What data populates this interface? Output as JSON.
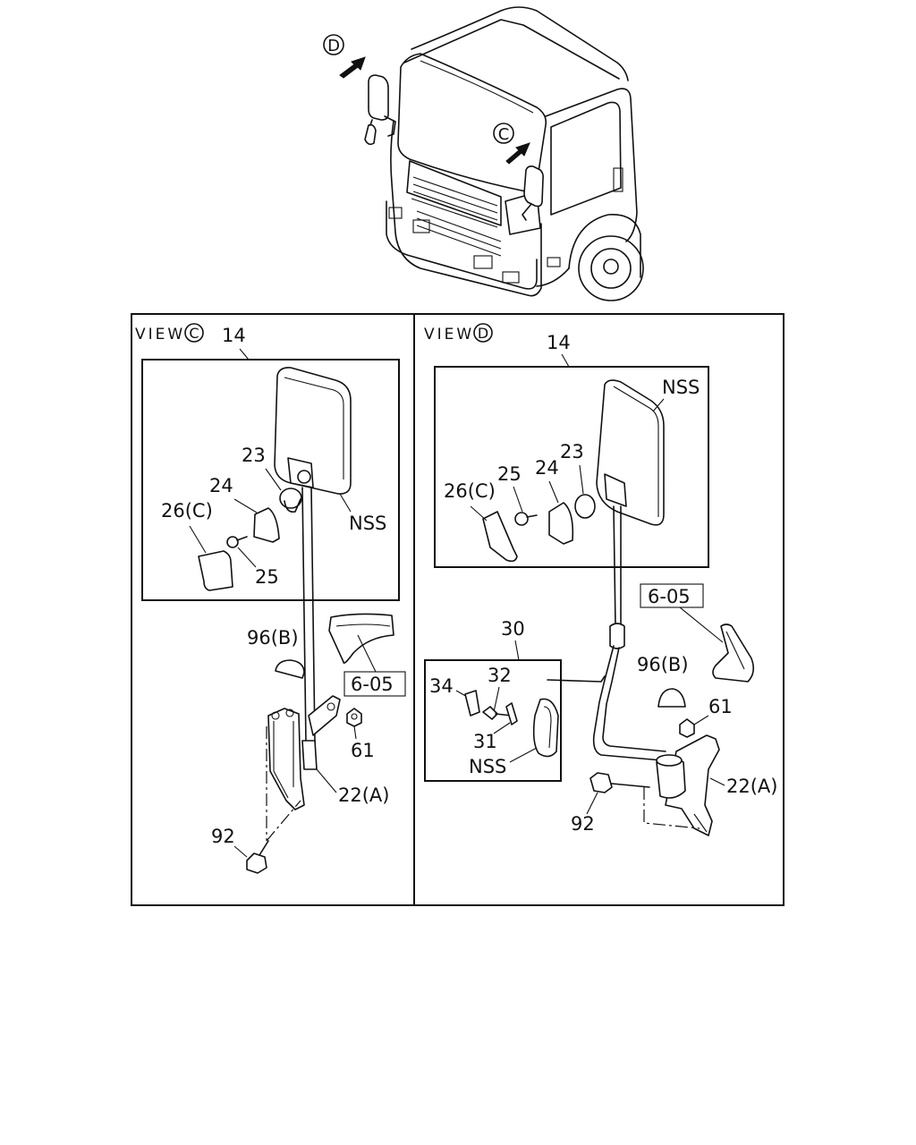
{
  "views": {
    "c": {
      "title": "VIEW",
      "letter": "C"
    },
    "d": {
      "title": "VIEW",
      "letter": "D"
    }
  },
  "cab_markers": {
    "c": "C",
    "d": "D"
  },
  "view_c": {
    "l14": "14",
    "l23": "23",
    "l24": "24",
    "l26c": "26(C)",
    "l25": "25",
    "nss": "NSS",
    "l96b": "96(B)",
    "ref": "6-05",
    "l61": "61",
    "l22a": "22(A)",
    "l92": "92"
  },
  "view_d": {
    "l14": "14",
    "nss_top": "NSS",
    "l23": "23",
    "l24": "24",
    "l25": "25",
    "l26c": "26(C)",
    "ref": "6-05",
    "l30": "30",
    "l96b": "96(B)",
    "l34": "34",
    "l32": "32",
    "l61": "61",
    "l31": "31",
    "nss_bottom": "NSS",
    "l22a": "22(A)",
    "l92": "92"
  }
}
